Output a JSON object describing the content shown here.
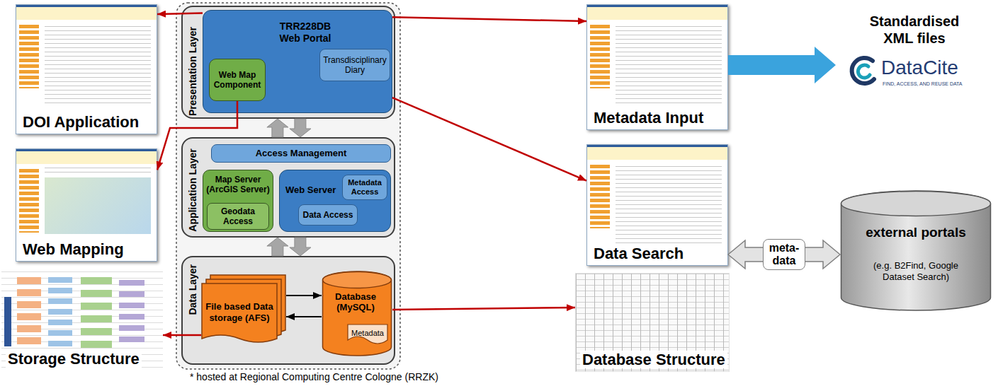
{
  "diagram": {
    "nodes": [
      {
        "text": [
          "Presentation Layer"
        ]
      },
      {
        "text": [
          "TRR228DB Web Portal"
        ],
        "in": 0
      },
      {
        "text": [
          "Web Map Component"
        ],
        "in": 1
      },
      {
        "text": [
          "Transdisciplinary Diary"
        ],
        "in": 1
      },
      {
        "text": [
          "Application Layer"
        ]
      },
      {
        "text": [
          "Access Management"
        ],
        "in": 4
      },
      {
        "text": [
          "Map Server (ArcGIS Server)"
        ],
        "in": 4
      },
      {
        "text": [
          "Geodata Access"
        ],
        "in": 6
      },
      {
        "text": [
          "Web Server"
        ],
        "in": 4
      },
      {
        "text": [
          "Metadata Access"
        ],
        "in": 8
      },
      {
        "text": [
          "Data Access"
        ],
        "in": 8
      },
      {
        "text": [
          "Data Layer"
        ]
      },
      {
        "text": [
          "File based Data storage (AFS)"
        ],
        "in": 11
      },
      {
        "text": [
          "Database (MySQL)"
        ],
        "in": 11
      },
      {
        "text": [
          "Metadata"
        ],
        "in": 13
      },
      {
        "text": [
          "DOI Application"
        ]
      },
      {
        "text": [
          "Web Mapping"
        ]
      },
      {
        "text": [
          "Storage Structure"
        ]
      },
      {
        "text": [
          "Metadata Input"
        ]
      },
      {
        "text": [
          "Data Search"
        ]
      },
      {
        "text": [
          "Database Structure"
        ]
      },
      {
        "text": [
          "Standardised XML files",
          "DataCite",
          "FIND, ACCESS, AND REUSE DATA"
        ]
      },
      {
        "text": [
          "external portals",
          "(e.g. B2Find, Google Dataset Search)"
        ]
      }
    ],
    "edges": [
      {
        "from": 4,
        "to": 0,
        "arrow": "to"
      },
      {
        "from": 0,
        "to": 4,
        "arrow": "to"
      },
      {
        "from": 11,
        "to": 4,
        "arrow": "to"
      },
      {
        "from": 4,
        "to": 11,
        "arrow": "to"
      },
      {
        "from": 12,
        "to": 13,
        "arrow": "to"
      },
      {
        "from": 13,
        "to": 12,
        "arrow": "to"
      },
      {
        "from": 1,
        "to": 15,
        "arrow": "to"
      },
      {
        "from": 2,
        "to": 16,
        "arrow": "to"
      },
      {
        "from": 1,
        "to": 18,
        "arrow": "to"
      },
      {
        "from": 1,
        "to": 19,
        "arrow": "to"
      },
      {
        "from": 12,
        "to": 17,
        "arrow": "to"
      },
      {
        "from": 13,
        "to": 20,
        "arrow": "to"
      },
      {
        "from": 18,
        "to": 21,
        "arrow": "to"
      },
      {
        "from": 19,
        "to": 22,
        "label": "meta- data",
        "arrow": "both"
      }
    ],
    "labels": [
      "* hosted at Regional Computing Centre Cologne (RRZK)"
    ]
  }
}
